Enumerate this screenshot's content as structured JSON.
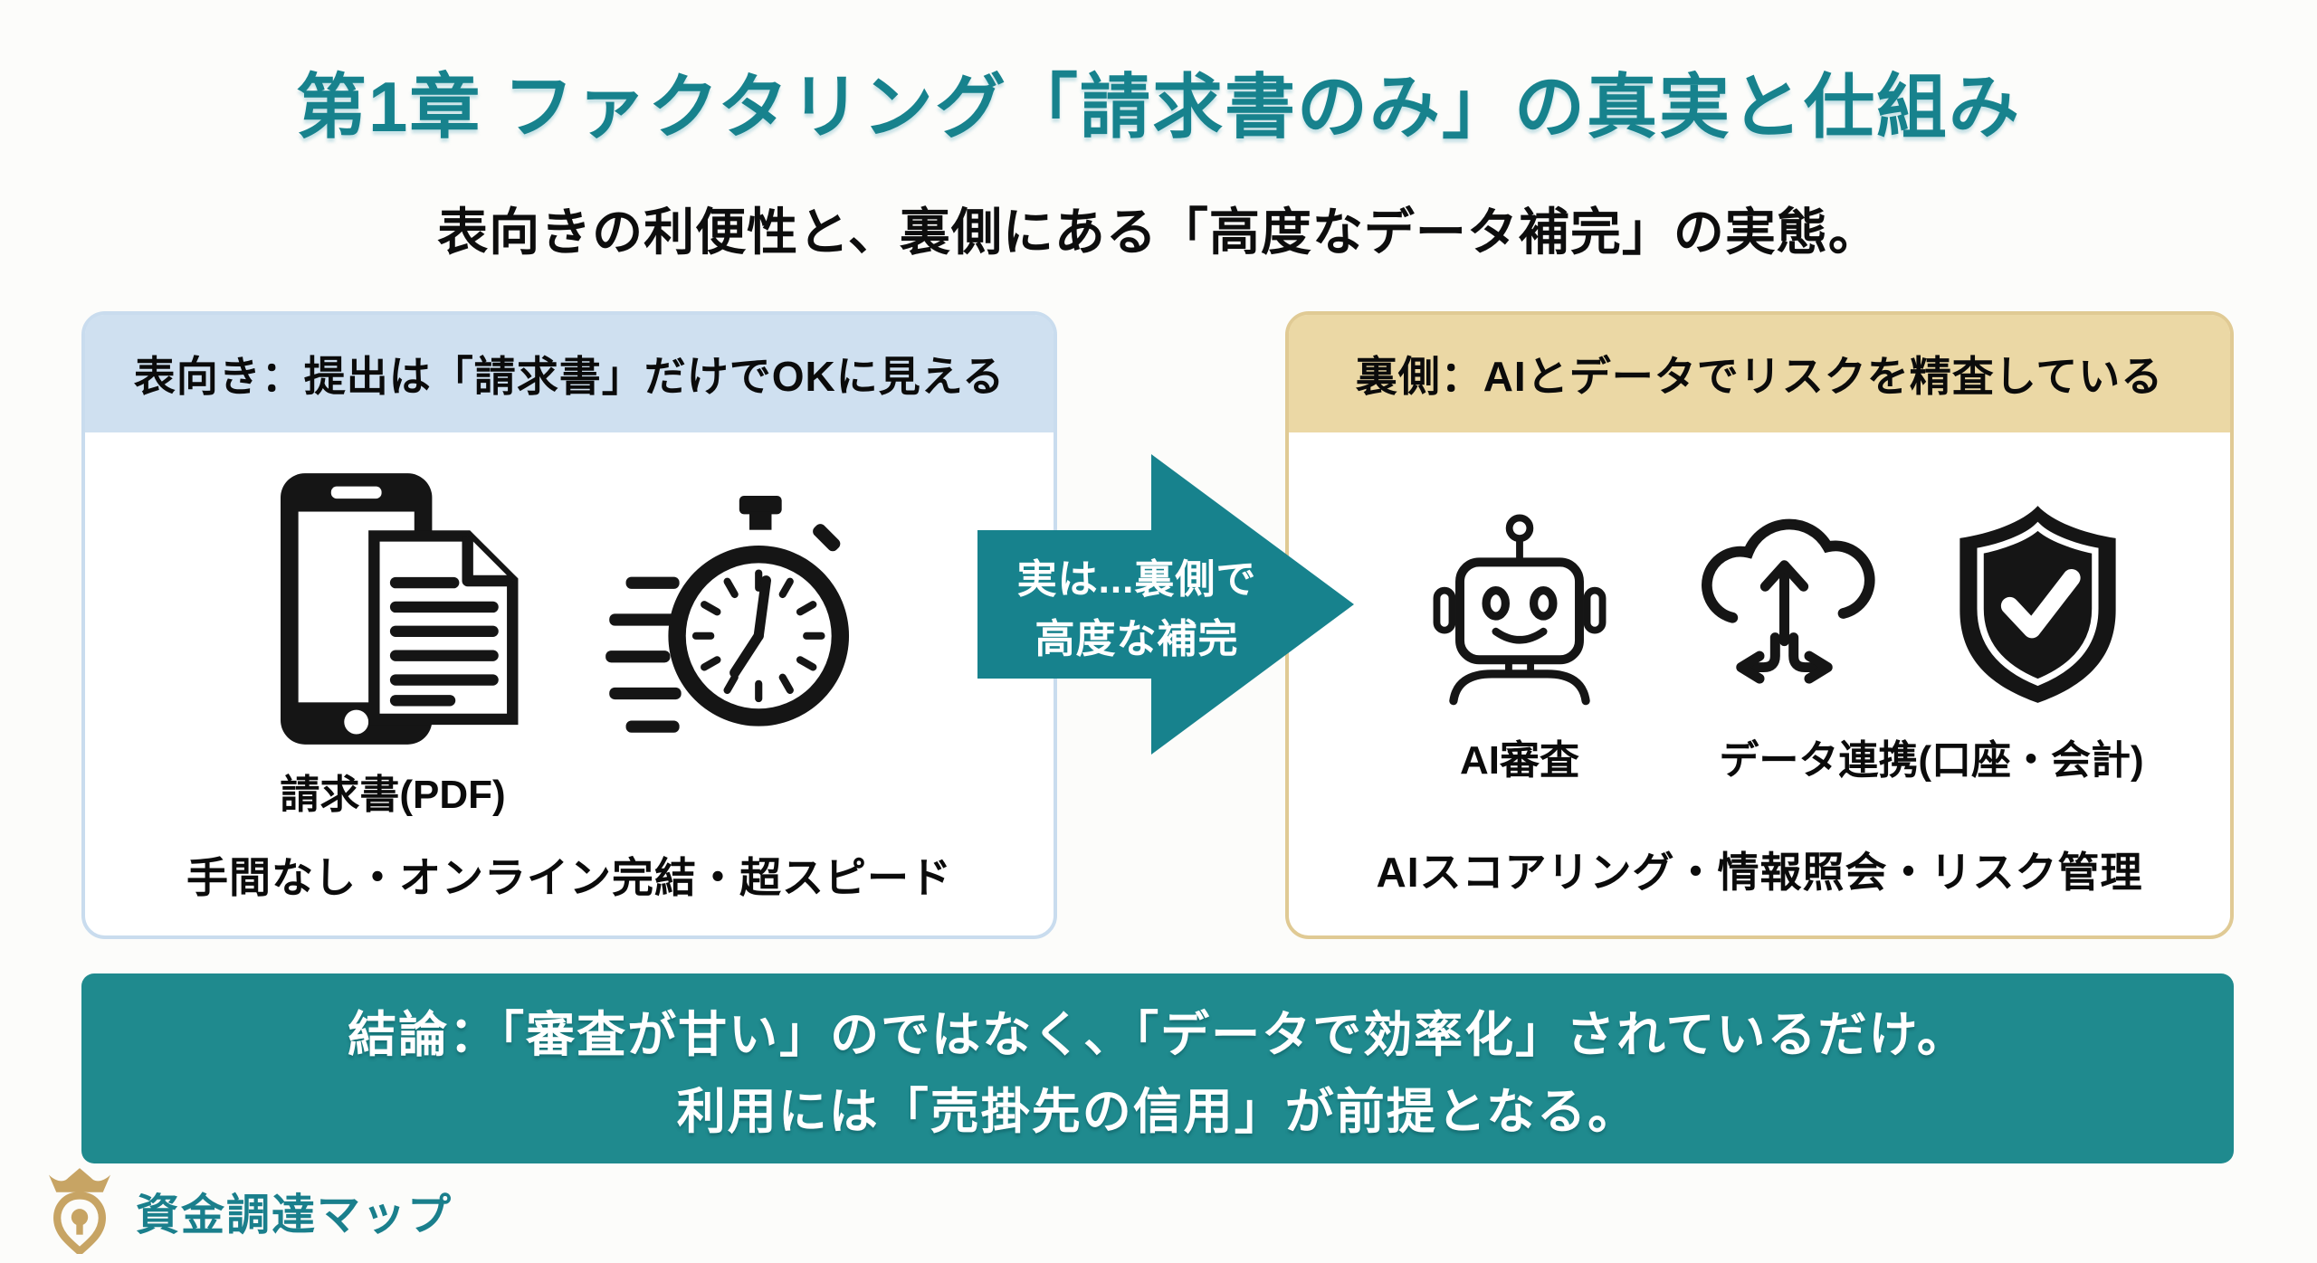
{
  "page": {
    "title": "第1章 ファクタリング「請求書のみ」の真実と仕組み",
    "subtitle": "表向きの利便性と、裏側にある「高度なデータ補完」の実態。"
  },
  "left_panel": {
    "header": "表向き：提出は「請求書」だけでOKに見える",
    "invoice_label": "請求書(PDF)",
    "features": "手間なし・オンライン完結・超スピード",
    "icons": [
      "smartphone-invoice-icon",
      "speed-stopwatch-icon"
    ]
  },
  "arrow": {
    "line1": "実は...裏側で",
    "line2": "高度な補完"
  },
  "right_panel": {
    "header": "裏側：AIとデータでリスクを精査している",
    "ai_label": "AI審査",
    "data_label": "データ連携(口座・会計)",
    "features": "AIスコアリング・情報照会・リスク管理",
    "icons": [
      "robot-icon",
      "cloud-sync-icon",
      "shield-check-icon"
    ]
  },
  "conclusion": {
    "line1": "結論：「審査が甘い」のではなく、「データで効率化」されているだけ。",
    "line2": "利用には「売掛先の信用」が前提となる。"
  },
  "footer": {
    "brand": "資金調達マップ"
  },
  "colors": {
    "teal": "#17828d",
    "banner_teal": "#1f8a8e",
    "left_header_bg": "#cfe0f0",
    "left_border": "#c9dcee",
    "right_header_bg": "#ebd8a5",
    "right_border": "#e0ca94",
    "gold": "#c7a464",
    "brand_teal": "#1a7f8c",
    "text_dark": "#111111",
    "white": "#ffffff"
  }
}
